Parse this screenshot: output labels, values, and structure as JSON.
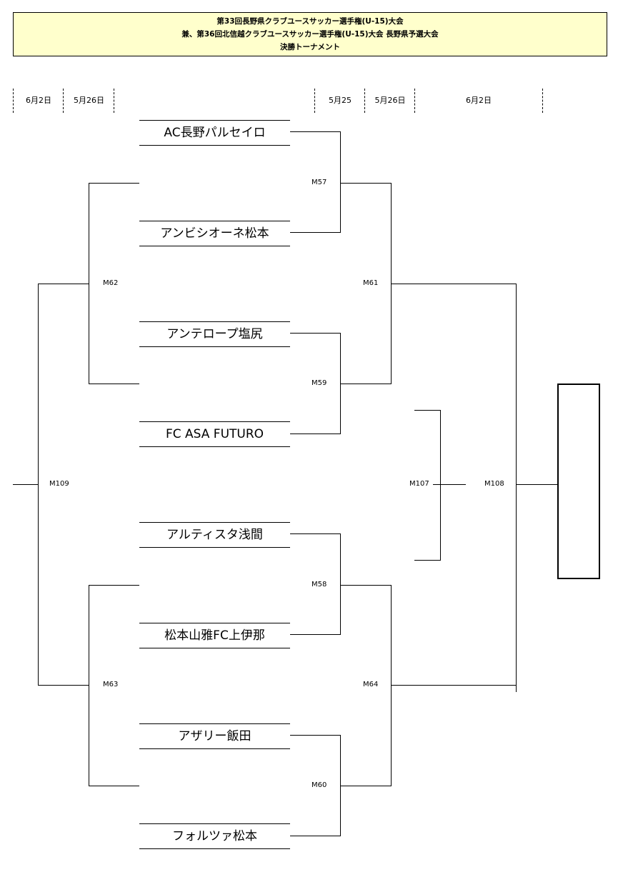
{
  "header": {
    "line1": "第33回長野県クラブユースサッカー選手権(U-15)大会",
    "line2": "兼、第36回北信越クラブユースサッカー選手権(U-15)大会 長野県予選大会",
    "line3": "決勝トーナメント"
  },
  "dates": {
    "left_final": "6月2日",
    "left_semi": "5月26日",
    "right_r1": "5月25",
    "right_r2": "5月26日",
    "right_final": "6月2日"
  },
  "teams": [
    "AC長野パルセイロ",
    "アンビシオーネ松本",
    "アンテロープ塩尻",
    "FC ASA FUTURO",
    "アルティスタ浅間",
    "松本山雅FC上伊那",
    "アザリー飯田",
    "フォルツァ松本"
  ],
  "matches": {
    "m57": "M57",
    "m59": "M59",
    "m58": "M58",
    "m60": "M60",
    "m61": "M61",
    "m64": "M64",
    "m62": "M62",
    "m63": "M63",
    "m107": "M107",
    "m108": "M108",
    "m109": "M109"
  }
}
